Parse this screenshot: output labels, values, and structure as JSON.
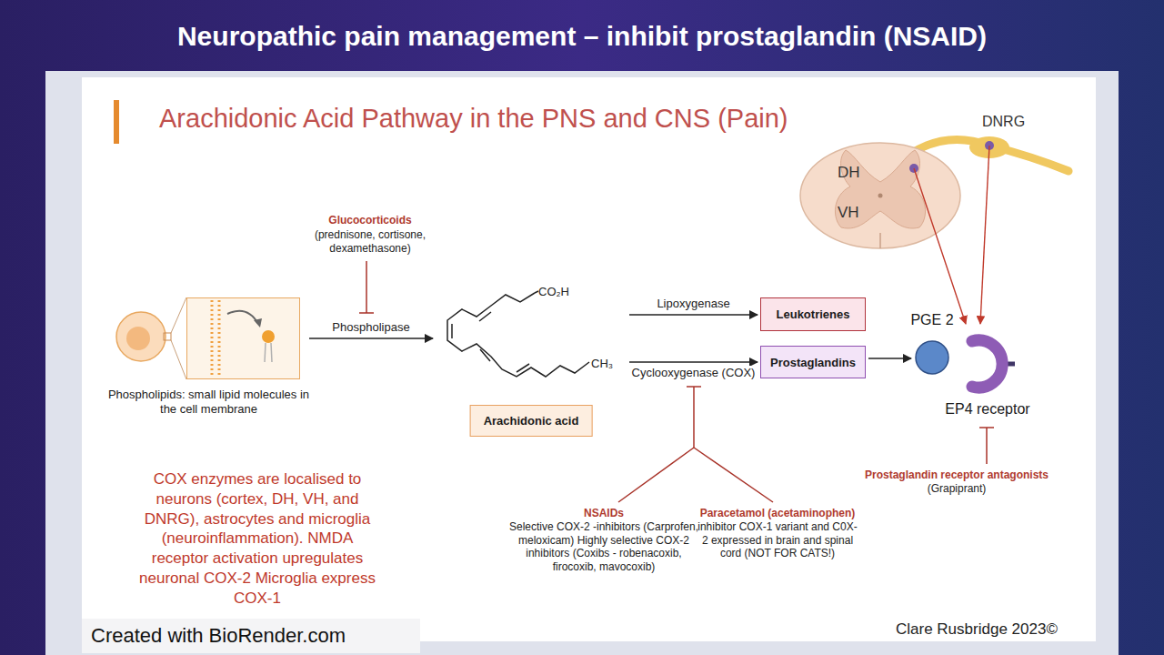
{
  "diagram": {
    "title": "Neuropathic pain management – inhibit prostaglandin (NSAID)",
    "nodes": [
      {
        "text": [
          "Phospholipids: small lipid molecules in the cell membrane"
        ]
      },
      {
        "text": [
          "Arachidonic acid"
        ]
      },
      {
        "text": [
          "Leukotrienes"
        ]
      },
      {
        "text": [
          "Prostaglandins"
        ]
      },
      {
        "text": [
          "PGE 2"
        ]
      },
      {
        "text": [
          "EP4 receptor"
        ]
      }
    ],
    "edges": [
      {
        "from": 0,
        "to": 1,
        "label": "Phospholipase",
        "arrow": "to"
      },
      {
        "from": 1,
        "to": 2,
        "label": "Lipoxygenase",
        "arrow": "to"
      },
      {
        "from": 1,
        "to": 3,
        "label": "Cyclooxygenase (COX)",
        "arrow": "to"
      },
      {
        "from": 3,
        "to": 4,
        "arrow": "to"
      }
    ],
    "labels": [
      "Arachidonic Acid Pathway in the PNS and CNS (Pain)",
      "DNRG",
      "DH",
      "VH",
      "Glucocorticoids",
      "(prednisone, cortisone, dexamethasone)",
      "CO₂H",
      "CH₃",
      "COX enzymes are localised to neurons (cortex, DH, VH, and DNRG), astrocytes and microglia (neuroinflammation). NMDA receptor activation upregulates neuronal COX-2 Microglia express COX-1",
      "NSAIDs",
      "Selective COX-2 -inhibitors (Carprofen, meloxicam) Highly selective COX-2 inhibitors (Coxibs - robenacoxib, firocoxib, mavocoxib)",
      "Paracetamol (acetaminophen)",
      "inhibitor COX-1 variant and C0X-2 expressed in brain and spinal cord (NOT FOR CATS!)",
      "Prostaglandin receptor antagonists",
      "(Grapiprant)",
      "Created with BioRender.com",
      "Clare Rusbridge 2023©"
    ]
  }
}
